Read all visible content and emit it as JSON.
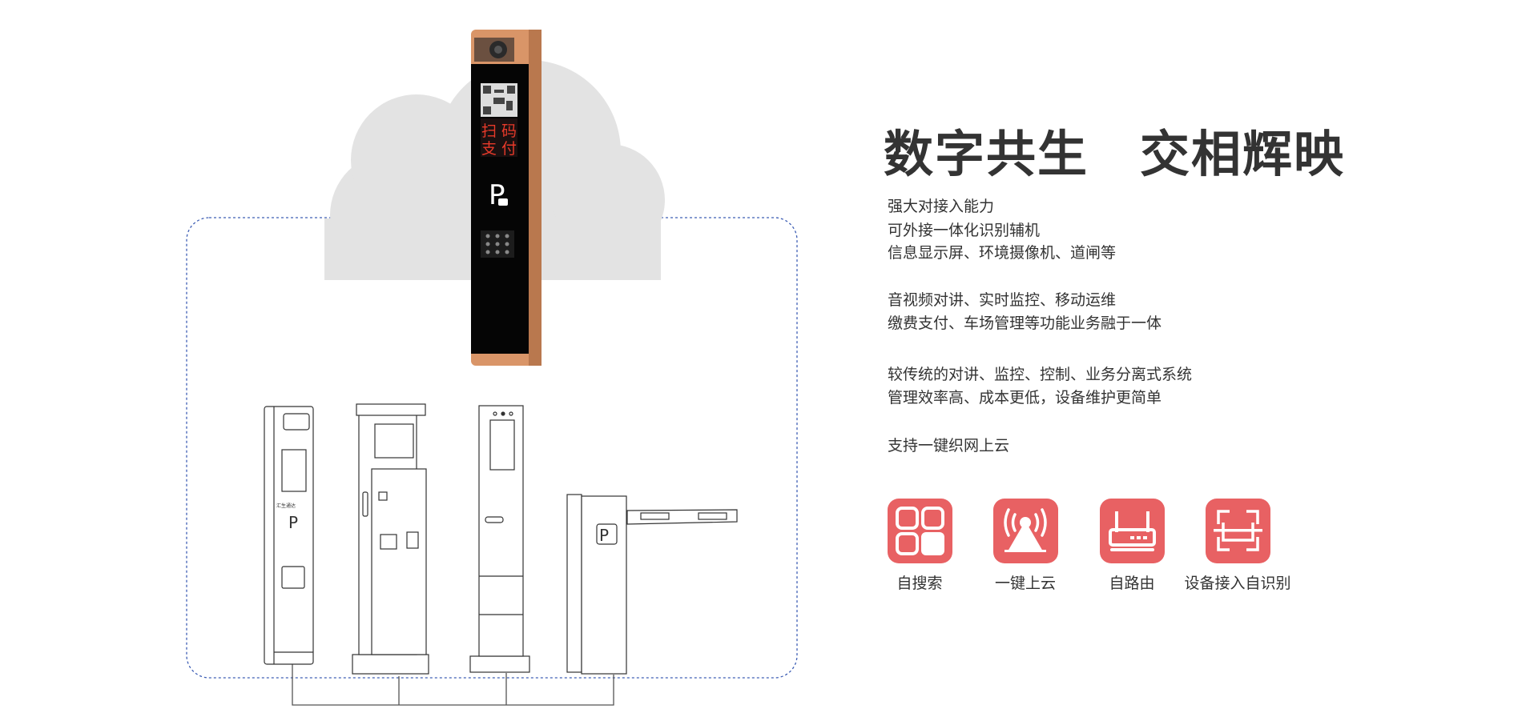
{
  "headline": "数字共生　交相辉映",
  "paragraphs": [
    [
      "强大对接入能力",
      "可外接一体化识别辅机",
      "信息显示屏、环境摄像机、道闸等"
    ],
    [
      "音视频对讲、实时监控、移动运维",
      "缴费支付、车场管理等功能业务融于一体"
    ],
    [
      "较传统的对讲、监控、控制、业务分离式系统",
      "管理效率高、成本更低，设备维护更简单"
    ],
    [
      "支持一键织网上云"
    ]
  ],
  "features": [
    {
      "label": "自搜索",
      "icon": "grid-icon"
    },
    {
      "label": "一键上云",
      "icon": "signal-tower-icon"
    },
    {
      "label": "自路由",
      "icon": "router-icon"
    },
    {
      "label": "设备接入自识别",
      "icon": "scan-icon"
    }
  ],
  "main_device": {
    "screen_text": [
      "扫",
      "码",
      "支",
      "付"
    ],
    "parking_symbol": "P"
  },
  "devices": {
    "brand": "汇生通达"
  },
  "colors": {
    "accent": "#E86163",
    "cloud": "#E3E3E3",
    "dashed": "#3F5FB5",
    "device_copper": "#E0A57A"
  }
}
